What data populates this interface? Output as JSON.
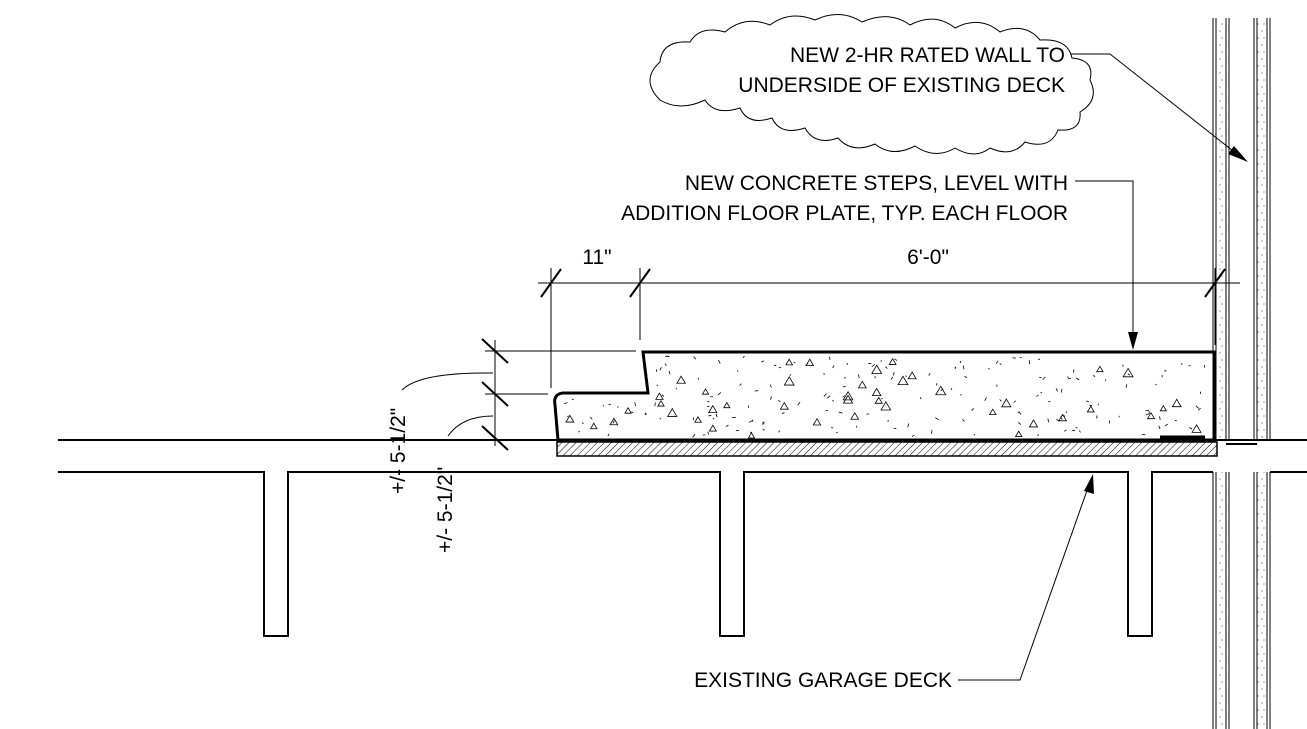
{
  "notes": {
    "wall_line1": "NEW 2-HR RATED WALL TO",
    "wall_line2": "UNDERSIDE OF EXISTING DECK",
    "steps_line1": "NEW CONCRETE STEPS, LEVEL WITH",
    "steps_line2": "ADDITION FLOOR PLATE, TYP. EACH FLOOR",
    "garage_deck": "EXISTING GARAGE DECK"
  },
  "dimensions": {
    "tread_depth": "11\"",
    "landing_length": "6'-0\"",
    "riser_upper": "+/- 5-1/2\"",
    "riser_lower": "+/- 5-1/2\""
  }
}
